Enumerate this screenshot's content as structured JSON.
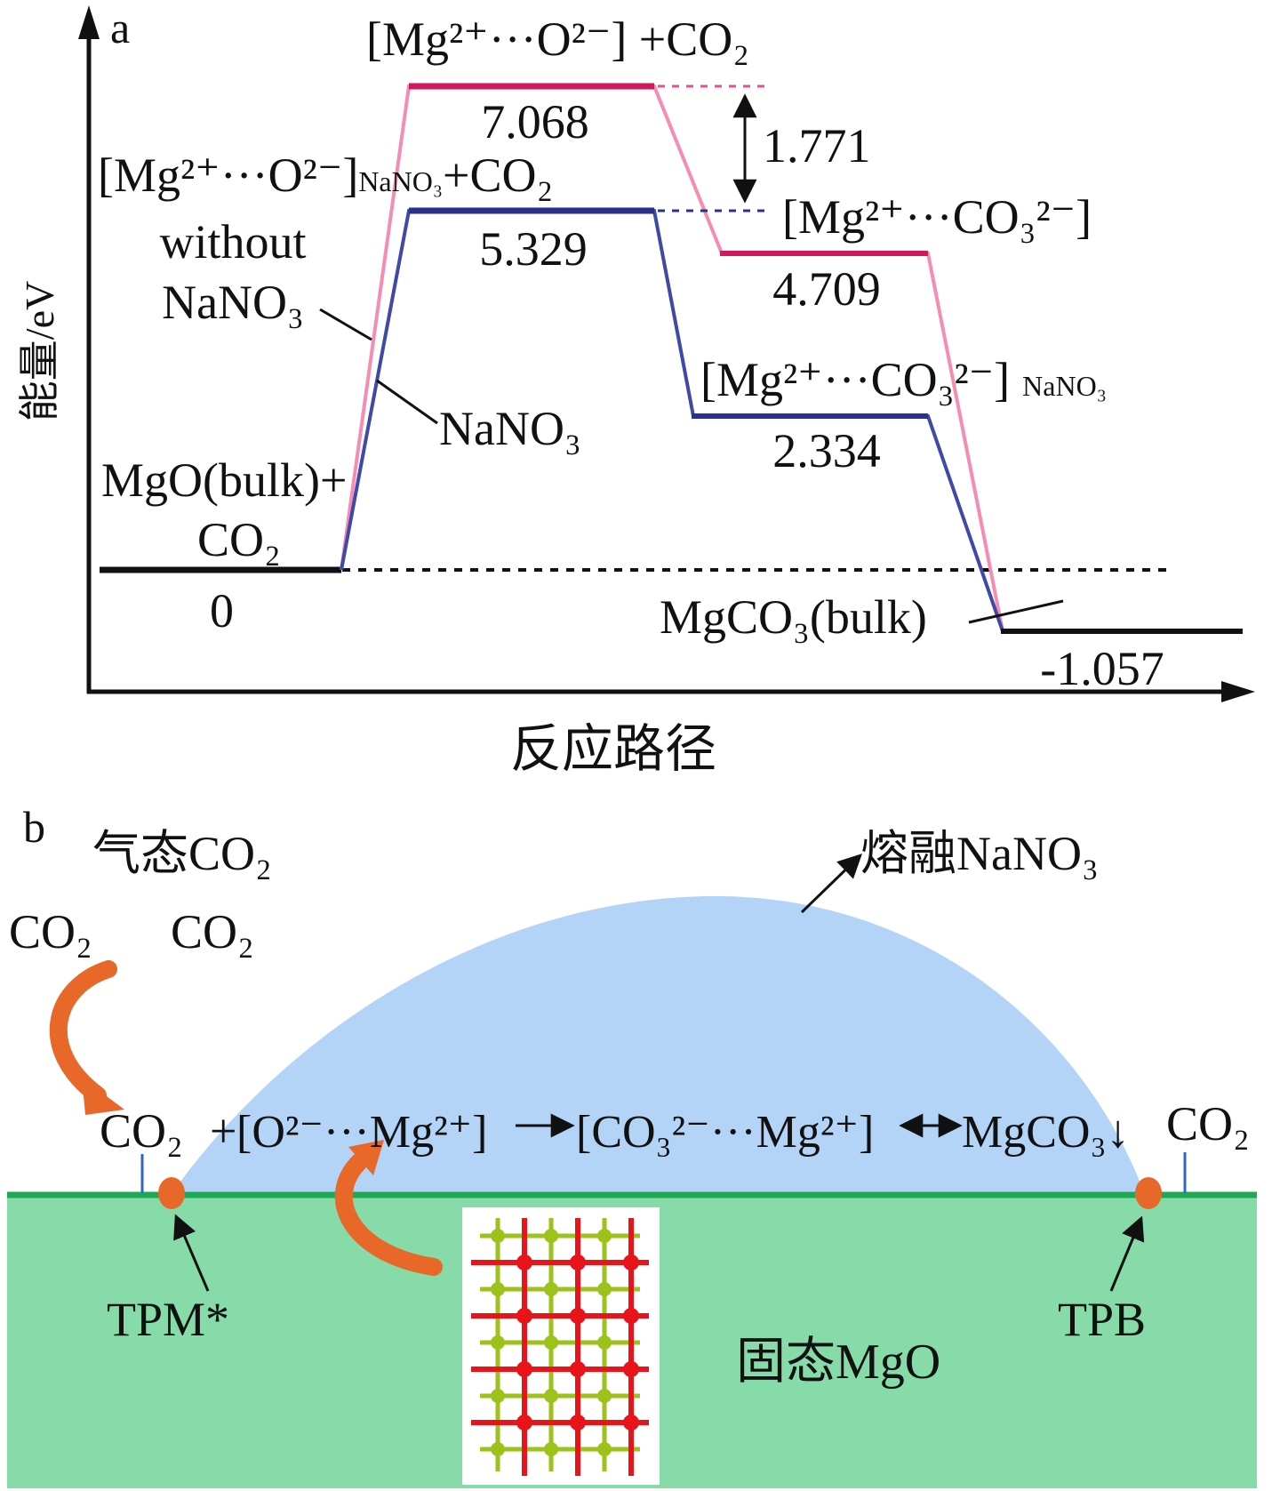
{
  "panel_a": {
    "label": "a",
    "ylabel": "能量/eV",
    "xlabel": "反应路径",
    "left_state": {
      "line1": "MgO(bulk)+",
      "line2": "CO₂",
      "value": "0"
    },
    "ts_without": {
      "label": "[Mg²⁺···O²⁻] +CO₂",
      "value": "7.068"
    },
    "ts_with": {
      "label": "[Mg²⁺···O²⁻]",
      "sub": "NaNO₃",
      "tail": "+CO₂",
      "value": "5.329"
    },
    "inter_without": {
      "label": "[Mg²⁺···CO₃²⁻]",
      "value": "4.709"
    },
    "inter_with": {
      "label": "[Mg²⁺···CO₃²⁻]",
      "sub": "NaNO₃",
      "value": "2.334"
    },
    "product": {
      "label": "MgCO₃(bulk)",
      "value": "-1.057"
    },
    "difference": "1.771",
    "without_label": {
      "line1": "without",
      "line2": "NaNO₃"
    },
    "with_label": "NaNO₃"
  },
  "panel_b": {
    "label": "b",
    "gas_label": "气态CO₂",
    "co2_a": "CO₂",
    "co2_b": "CO₂",
    "co2_right": "CO₂",
    "melt_label": "熔融NaNO₃",
    "reaction": {
      "reactant": "CO₂",
      "plus": "+",
      "complex1": "[O²⁻···Mg²⁺]",
      "complex2": "[CO₃²⁻···Mg²⁺]",
      "product": "MgCO₃↓"
    },
    "tpm": "TPM*",
    "tpb": "TPB",
    "solid_label": "固态MgO"
  },
  "colors": {
    "with_nano3": "#2b2f8f",
    "without_nano3": "#d1175f",
    "pink_light": "#f58cb4",
    "melt": "#b3d3f7",
    "solid": "#86dba9",
    "surface": "#1fa854",
    "arrow": "#e8682a",
    "crystal_red": "#e8141a",
    "crystal_green": "#9cc21b"
  }
}
